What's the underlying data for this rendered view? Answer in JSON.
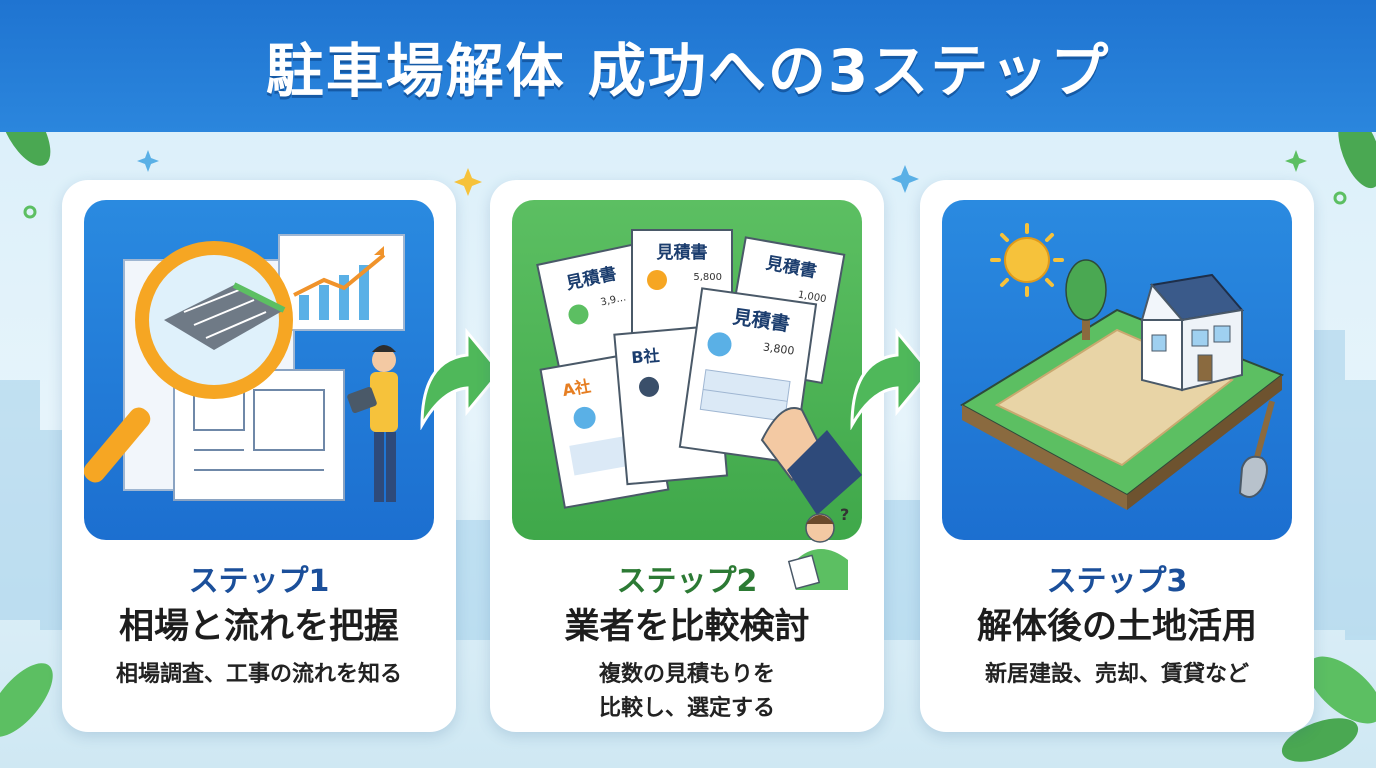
{
  "header": {
    "title": "駐車場解体 成功への3ステップ"
  },
  "colors": {
    "header_blue": "#2b86dd",
    "step_green": "#3fa84a",
    "arrow_green": "#4fb85a"
  },
  "steps": [
    {
      "label": "ステップ1",
      "title": "相場と流れを把握",
      "description": "相場調査、工事の流れを知る",
      "icon": "magnifier-blueprint-icon"
    },
    {
      "label": "ステップ2",
      "title": "業者を比較検討",
      "description_lines": [
        "複数の見積もりを",
        "比較し、選定する"
      ],
      "icon": "estimate-documents-icon"
    },
    {
      "label": "ステップ3",
      "title": "解体後の土地活用",
      "description": "新居建設、売却、賃貸など",
      "icon": "land-house-icon"
    }
  ],
  "estimate_docs": {
    "heading": "見積書",
    "amounts": [
      "3,9…",
      "5,800",
      "1,000",
      "3,800"
    ],
    "companies": [
      "A社",
      "B社"
    ]
  }
}
